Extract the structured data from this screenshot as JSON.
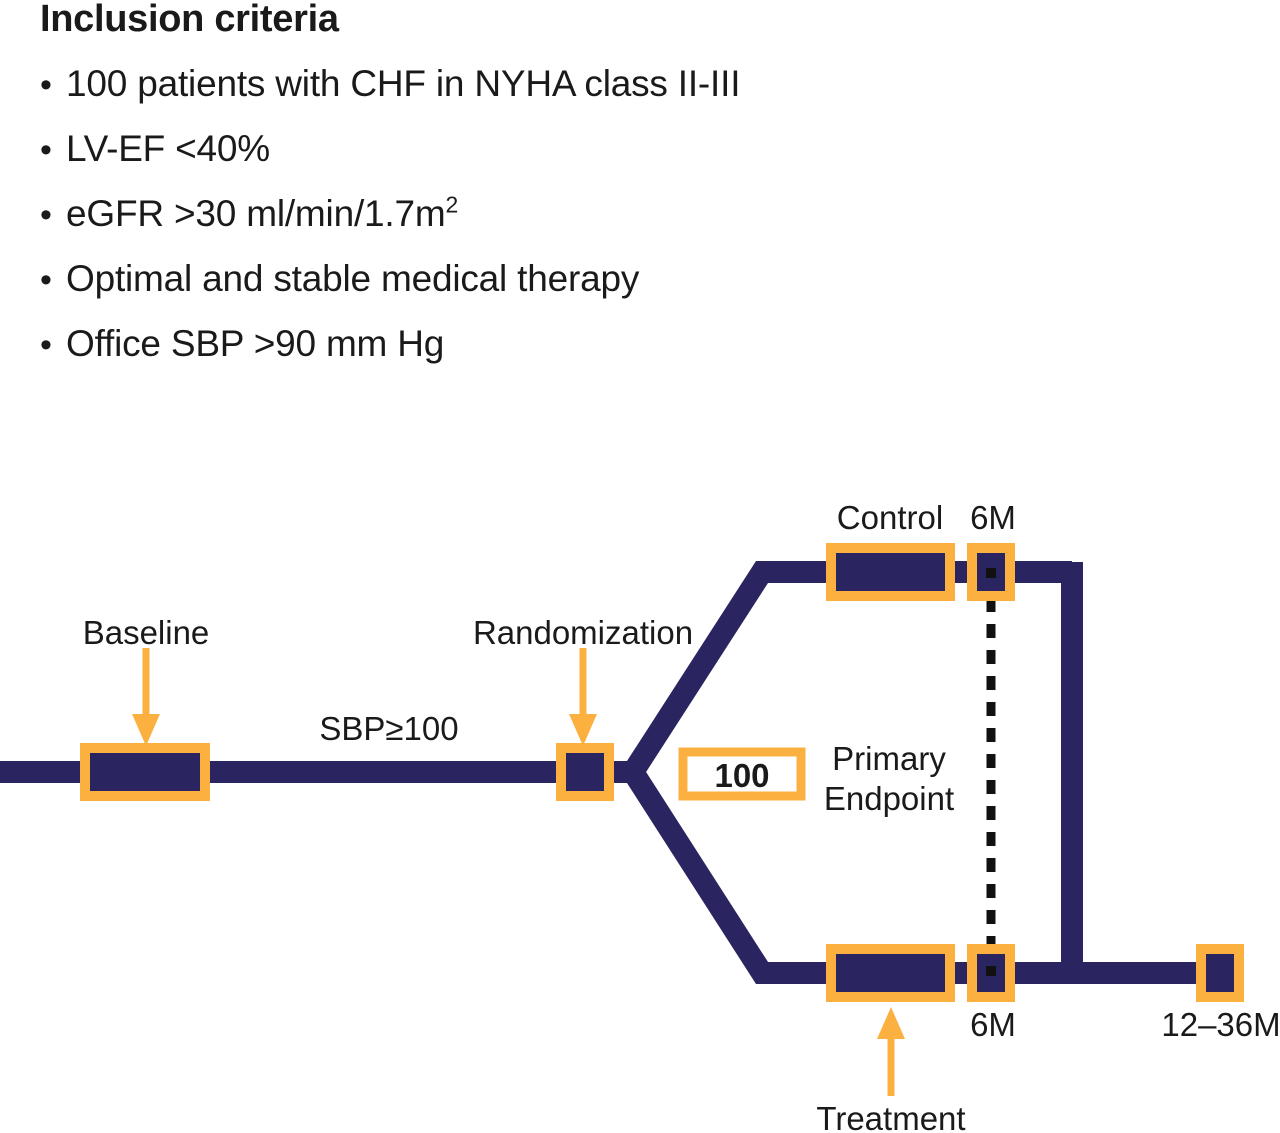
{
  "colors": {
    "navy": "#2a2560",
    "orange": "#fbb040",
    "text": "#1a1a1a",
    "background": "#ffffff",
    "dotted": "#111111"
  },
  "criteria": {
    "title": "Inclusion criteria",
    "bullet_glyph": "•",
    "items": [
      {
        "text": "100 patients with CHF in NYHA class II-III"
      },
      {
        "text": "LV-EF <40%"
      },
      {
        "text_before_sup": "eGFR >30 ml/min/1.7m",
        "sup": "2"
      },
      {
        "text": "Optimal and stable medical therapy"
      },
      {
        "text": "Office SBP >90 mm Hg"
      }
    ]
  },
  "diagram": {
    "annotations": {
      "baseline": "Baseline",
      "randomization": "Randomization",
      "treatment": "Treatment",
      "sbp": "SBP≥100",
      "control": "Control",
      "control_visit": "6M",
      "treatment_visit": "6M",
      "followup": "12–36M",
      "primary_endpoint_line1": "Primary",
      "primary_endpoint_line2": "Endpoint",
      "enrolled_count": "100"
    }
  }
}
